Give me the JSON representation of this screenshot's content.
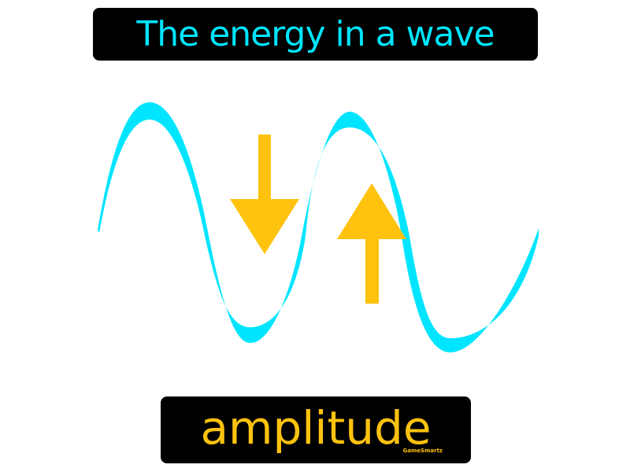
{
  "title": {
    "text": "The energy in a wave",
    "color": "#00e5ff"
  },
  "term": {
    "text": "amplitude",
    "color": "#ffc20e"
  },
  "brand": {
    "text": "GameSmartz"
  },
  "figure": {
    "wave_color": "#00e5ff",
    "arrow_color": "#ffc20e",
    "elements": [
      "sine-wave",
      "arrow-down",
      "arrow-up"
    ]
  }
}
